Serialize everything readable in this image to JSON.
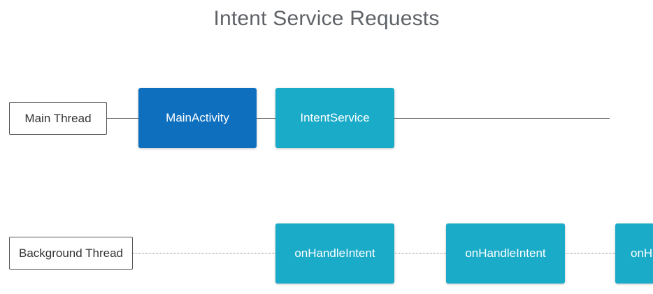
{
  "title": "Intent Service Requests",
  "main_thread": {
    "label": "Main Thread",
    "blocks": [
      "MainActivity",
      "IntentService"
    ]
  },
  "background_thread": {
    "label": "Background Thread",
    "blocks": [
      "onHandleIntent",
      "onHandleIntent",
      "onH"
    ]
  },
  "colors": {
    "main_activity": "#0e6fbe",
    "service": "#1aabc8"
  }
}
